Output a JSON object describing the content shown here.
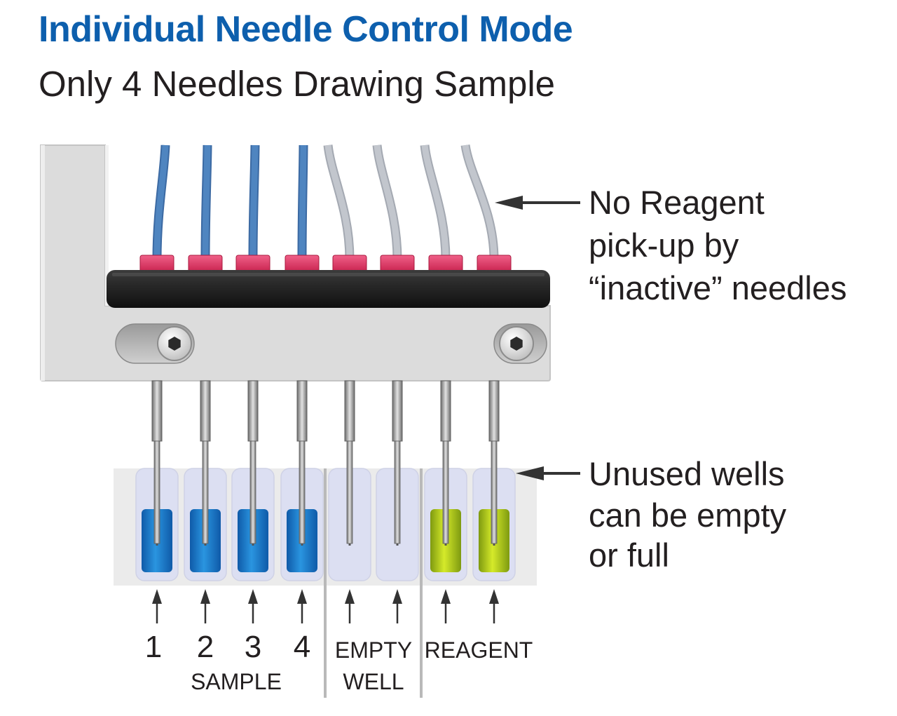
{
  "title": "Individual Needle Control Mode",
  "subtitle": "Only 4 Needles Drawing Sample",
  "callouts": {
    "reagent": [
      "No Reagent",
      "pick-up by",
      "“inactive” needles"
    ],
    "wells": [
      "Unused wells",
      "can be empty",
      "or full"
    ]
  },
  "needle_numbers": [
    "1",
    "2",
    "3",
    "4"
  ],
  "group_labels": {
    "sample": "SAMPLE",
    "empty_well": [
      "EMPTY",
      "WELL"
    ],
    "reagent": "REAGENT"
  },
  "colors": {
    "title": "#0d5fad",
    "active_tube": "#4f85c0",
    "inactive_tube": "#c2c6cd",
    "connector": "#dc3360",
    "manifold": "#222222",
    "bracket": "#dcdcdc",
    "sample_liquid": "#1a78c8",
    "reagent_liquid": "#a9c814",
    "well": "#dcdff2",
    "plate": "#ececec"
  },
  "wells": [
    {
      "index": 1,
      "tube": "active",
      "contents": "sample"
    },
    {
      "index": 2,
      "tube": "active",
      "contents": "sample"
    },
    {
      "index": 3,
      "tube": "active",
      "contents": "sample"
    },
    {
      "index": 4,
      "tube": "active",
      "contents": "sample"
    },
    {
      "index": 5,
      "tube": "inactive",
      "contents": "empty"
    },
    {
      "index": 6,
      "tube": "inactive",
      "contents": "empty"
    },
    {
      "index": 7,
      "tube": "inactive",
      "contents": "reagent"
    },
    {
      "index": 8,
      "tube": "inactive",
      "contents": "reagent"
    }
  ]
}
